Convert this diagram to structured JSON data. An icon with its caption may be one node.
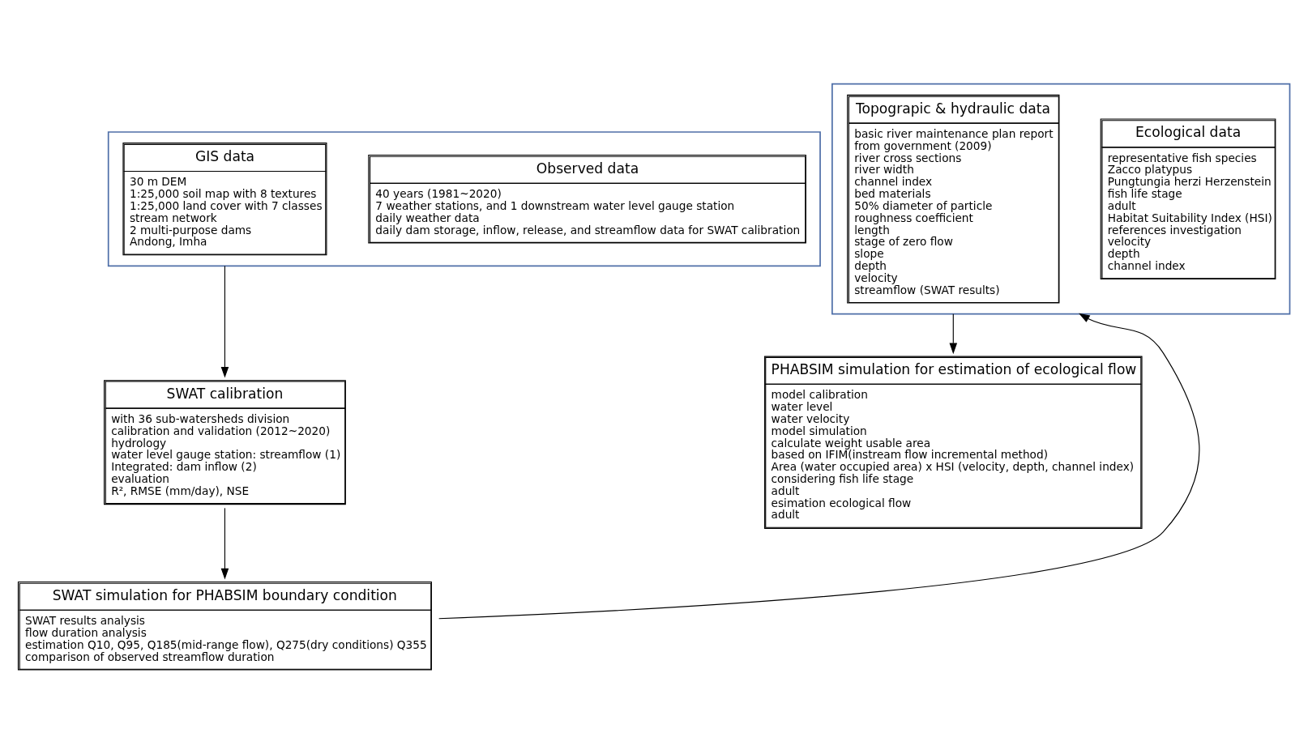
{
  "diagram": {
    "nodes": [
      {
        "text": [],
        "shape": "box"
      },
      {
        "text": [
          "GIS data",
          "30 m DEM",
          "1:25,000 soil map with 8 textures",
          "1:25,000 land cover with 7 classes",
          "stream network",
          "2 multi-purpose dams",
          "Andong, Imha"
        ],
        "in": 0
      },
      {
        "text": [
          "Observed data",
          "40 years (1981~2020)",
          "7 weather stations, and 1 downstream water level gauge station",
          "daily weather data",
          "daily dam storage, inflow, release, and streamflow data for SWAT calibration"
        ],
        "in": 0
      },
      {
        "text": [],
        "shape": "box"
      },
      {
        "text": [
          "Topograpic & hydraulic data",
          "basic river maintenance plan report",
          "from government (2009)",
          "river cross sections",
          "river width",
          "channel index",
          "bed materials",
          "50% diameter of particle",
          "roughness coefficient",
          "length",
          "stage of zero flow",
          "slope",
          "depth",
          "velocity",
          "streamflow (SWAT results)"
        ],
        "in": 3
      },
      {
        "text": [
          "Ecological data",
          "representative fish species",
          "Zacco platypus",
          "Pungtungia herzi Herzenstein",
          "fish life stage",
          "adult",
          "Habitat Suitability Index (HSI)",
          "references investigation",
          "velocity",
          "depth",
          "channel index"
        ],
        "in": 3
      },
      {
        "text": [
          "SWAT calibration",
          "with 36 sub-watersheds division",
          "calibration and validation (2012~2020)",
          "hydrology",
          "water level gauge station: streamflow (1)",
          "Integrated: dam inflow (2)",
          "evaluation",
          "R², RMSE (mm/day), NSE"
        ]
      },
      {
        "text": [
          "SWAT simulation for PHABSIM boundary condition",
          "SWAT results analysis",
          "flow duration analysis",
          "estimation Q10, Q95, Q185(mid-range flow), Q275(dry conditions) Q355",
          "comparison of observed streamflow duration"
        ]
      },
      {
        "text": [
          "PHABSIM simulation for estimation of ecological flow",
          "model calibration",
          "water level",
          "water velocity",
          "model simulation",
          "calculate weight usable area",
          "based on IFIM(instream flow incremental method)",
          "Area (water occupied area) x HSI (velocity, depth, channel index)",
          "considering fish life stage",
          "adult",
          "esimation ecological flow",
          "adult"
        ]
      }
    ],
    "edges": [
      {
        "from": 0,
        "to": 6,
        "arrow": "to"
      },
      {
        "from": 6,
        "to": 7,
        "arrow": "to"
      },
      {
        "from": 7,
        "to": 3,
        "arrow": "to"
      },
      {
        "from": 3,
        "to": 8,
        "arrow": "to"
      }
    ]
  }
}
